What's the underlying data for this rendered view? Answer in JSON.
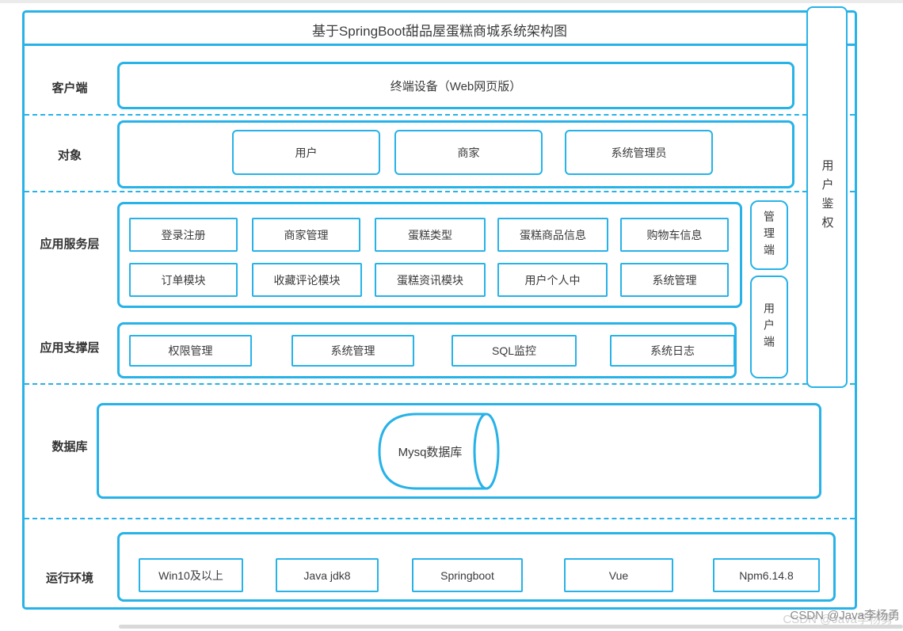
{
  "title": "基于SpringBoot甜品屋蛋糕商城系统架构图",
  "colors": {
    "accent": "#27b2e8",
    "text": "#3a3a3a",
    "watermark_gray": "#8a8a8a"
  },
  "rows": {
    "client": {
      "label": "客户端",
      "device": "终端设备（Web网页版）"
    },
    "objects": {
      "label": "对象",
      "items": [
        "用户",
        "商家",
        "系统管理员"
      ]
    },
    "service": {
      "label": "应用服务层",
      "row1": [
        "登录注册",
        "商家管理",
        "蛋糕类型",
        "蛋糕商品信息",
        "购物车信息"
      ],
      "row2": [
        "订单模块",
        "收藏评论模块",
        "蛋糕资讯模块",
        "用户个人中",
        "系统管理"
      ]
    },
    "support": {
      "label": "应用支撑层",
      "items": [
        "权限管理",
        "系统管理",
        "SQL监控",
        "系统日志"
      ]
    },
    "database": {
      "label": "数据库",
      "db_name": "Mysq数据库"
    },
    "runtime": {
      "label": "运行环境",
      "items": [
        "Win10及以上",
        "Java jdk8",
        "Springboot",
        "Vue",
        "Npm6.14.8"
      ]
    }
  },
  "side": {
    "admin": "管理端",
    "user": "用户端",
    "auth": "用户鉴权"
  },
  "watermark": "CSDN @Java李杨勇"
}
